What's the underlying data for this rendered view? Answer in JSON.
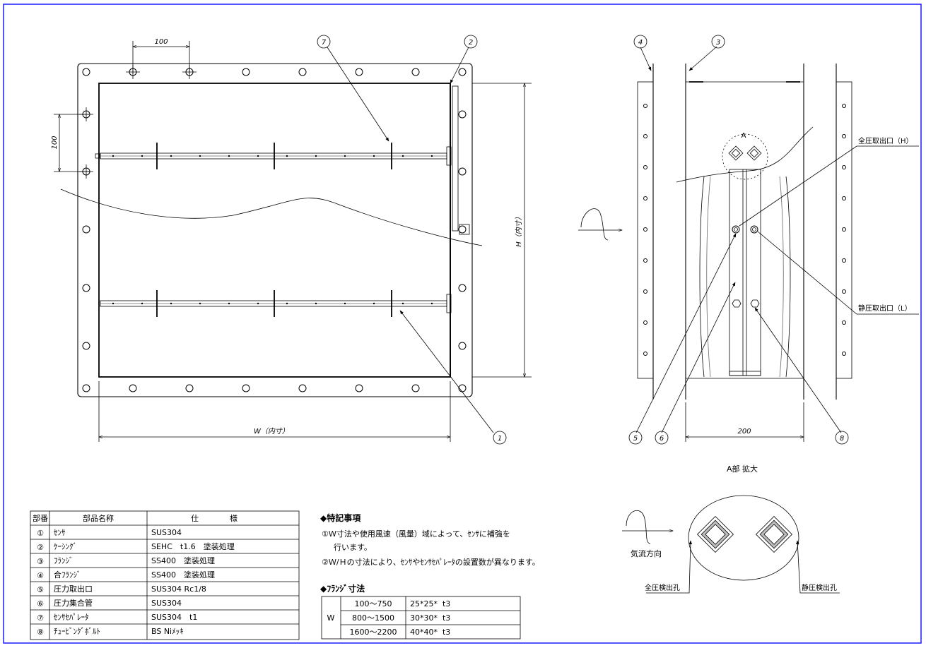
{
  "drawing": {
    "dims": {
      "pitch_top": "100",
      "pitch_left": "100",
      "width_label": "W（内寸）",
      "height_label": "H（内寸）",
      "depth": "200"
    },
    "balloons": [
      "①",
      "②",
      "③",
      "④",
      "⑤",
      "⑥",
      "⑦",
      "⑧"
    ],
    "balloon_digits": [
      "1",
      "2",
      "3",
      "4",
      "5",
      "6",
      "7",
      "8"
    ],
    "callouts": {
      "total_pressure_out": "全圧取出口（H）",
      "static_pressure_out": "静圧取出口（L）"
    },
    "detail_marker": "A",
    "detail_title": "A部  拡大",
    "airflow_label": "気流方向",
    "total_hole": "全圧検出孔",
    "static_hole": "静圧検出孔"
  },
  "parts_table": {
    "headers": [
      "部番",
      "部品名称",
      "仕　　　　様"
    ],
    "rows": [
      {
        "no": "①",
        "name": "ｾﾝｻ",
        "spec": "SUS304"
      },
      {
        "no": "②",
        "name": "ｹｰｼﾝｸﾞ",
        "spec": "SEHC　t1.6　塗装処理"
      },
      {
        "no": "③",
        "name": "ﾌﾗﾝｼﾞ",
        "spec": "SS400　塗装処理"
      },
      {
        "no": "④",
        "name": "合ﾌﾗﾝｼﾞ",
        "spec": "SS400　塗装処理"
      },
      {
        "no": "⑤",
        "name": "圧力取出口",
        "spec": "SUS304 Rc1/8"
      },
      {
        "no": "⑥",
        "name": "圧力集合管",
        "spec": "SUS304"
      },
      {
        "no": "⑦",
        "name": "ｾﾝｻｾﾊﾟﾚｰﾀ",
        "spec": "SUS304　t1"
      },
      {
        "no": "⑧",
        "name": "ﾁｭｰﾋﾞﾝｸﾞﾎﾞﾙﾄ",
        "spec": "BS Niﾒｯｷ"
      }
    ]
  },
  "notes": {
    "title": "◆特記事項",
    "items": [
      "①Ｗ寸法や使用風速（風量）域によって、ｾﾝｻに補強を",
      "行います。",
      "②Ｗ/Ｈの寸法により、ｾﾝｻやｾﾝｻｾﾊﾟﾚｰﾀの設置数が異なります。"
    ]
  },
  "flange_table": {
    "title": "◆ﾌﾗﾝｼﾞ寸法",
    "key": "W",
    "rows": [
      {
        "range": "100～750",
        "size": "25*25*  t3"
      },
      {
        "range": "800～1500",
        "size": "30*30*  t3"
      },
      {
        "range": "1600～2200",
        "size": "40*40*  t3"
      }
    ]
  },
  "colors": {
    "frame": "#1a1aff",
    "line": "#000000"
  }
}
